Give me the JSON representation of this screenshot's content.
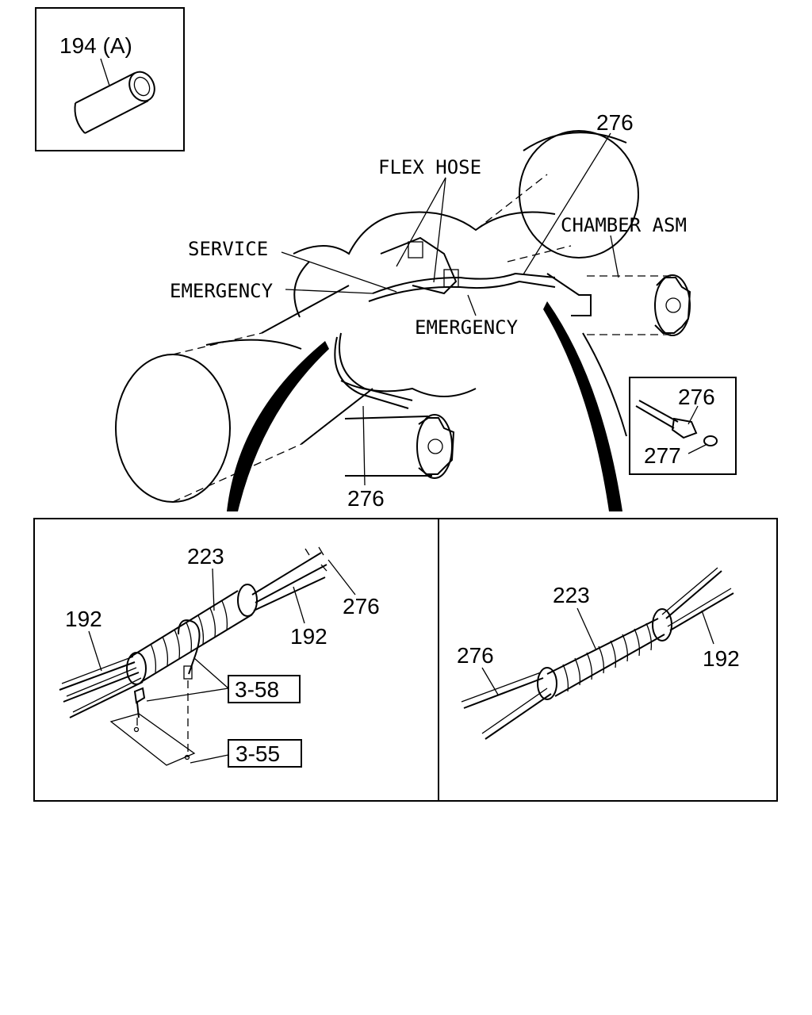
{
  "inset_tl": {
    "label": "194 (A)"
  },
  "main": {
    "flex_hose": "FLEX HOSE",
    "service": "SERVICE",
    "emergency_left": "EMERGENCY",
    "emergency_right": "EMERGENCY",
    "chamber_asm": "CHAMBER ASM",
    "ref_276_top": "276",
    "ref_276_bottom": "276"
  },
  "inset_fitting": {
    "ref_276": "276",
    "ref_277": "277"
  },
  "detail_left": {
    "ref_223": "223",
    "ref_192_left": "192",
    "ref_192_right": "192",
    "ref_276": "276",
    "ref_3_58": "3-58",
    "ref_3_55": "3-55"
  },
  "detail_right": {
    "ref_223": "223",
    "ref_276": "276",
    "ref_192": "192"
  }
}
